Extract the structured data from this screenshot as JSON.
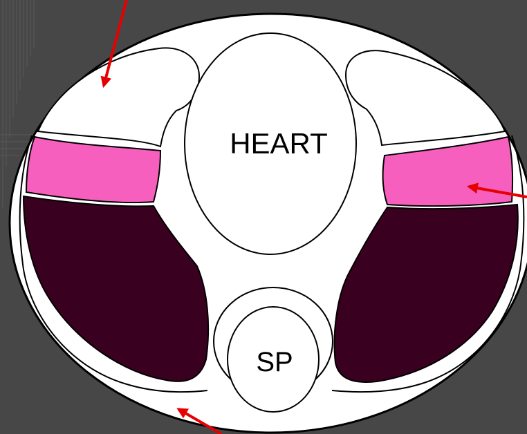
{
  "diagram": {
    "labels": {
      "heart": "HEART",
      "spine": "SP"
    },
    "colors": {
      "background": "#474747",
      "background_lines": "#5a5a5a",
      "thorax_fill": "#ffffff",
      "outline": "#000000",
      "pink_region": "#f75fbe",
      "dark_region": "#3a0020",
      "arrow": "#e60000"
    },
    "arrows": [
      {
        "name": "arrow-top-left"
      },
      {
        "name": "arrow-right"
      },
      {
        "name": "arrow-bottom"
      }
    ]
  }
}
